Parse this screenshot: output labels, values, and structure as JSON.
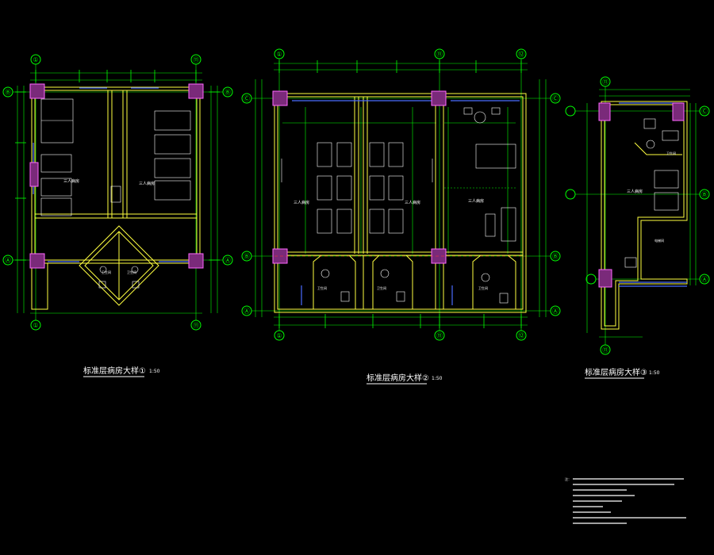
{
  "colors": {
    "background": "#000000",
    "wall": "#ffff40",
    "inner_wall": "#ffffff",
    "dimension": "#00ff00",
    "axis": "#00ff00",
    "column_fill": "#7a2a7a",
    "column_edge": "#ff66ff",
    "window": "#4a6cff",
    "furniture": "#ffffff",
    "title": "#ffffff",
    "scale": "#ffffff",
    "grid_red": "#ff3030",
    "notes": "#ffffff"
  },
  "drawings": [
    {
      "title": "标准层病房大样①",
      "scale": "1:50",
      "axis_top": [
        "①",
        "⑪"
      ],
      "axis_bottom": [
        "①",
        "⑪"
      ],
      "axis_left": [
        "Ⓑ",
        "Ⓐ"
      ],
      "axis_right": [
        "Ⓑ",
        "Ⓐ"
      ],
      "room_labels": [
        "三人病房",
        "三人病房",
        "卫生间",
        "卫生间"
      ]
    },
    {
      "title": "标准层病房大样②",
      "scale": "1:50",
      "axis_top": [
        "①",
        "⑪",
        "⑫"
      ],
      "axis_bottom": [
        "①",
        "⑪",
        "⑫"
      ],
      "axis_left": [
        "Ⓒ",
        "Ⓑ",
        "Ⓐ"
      ],
      "axis_right": [
        "Ⓒ",
        "Ⓑ",
        "Ⓐ"
      ],
      "room_labels": [
        "三人病房",
        "三人病房",
        "三人病房",
        "卫生间",
        "卫生间",
        "卫生间"
      ]
    },
    {
      "title": "标准层病房大样③",
      "scale": "1:50",
      "axis_top": [
        "⑪"
      ],
      "axis_bottom": [
        "⑪"
      ],
      "axis_left": [],
      "axis_right": [
        "Ⓒ",
        "Ⓑ",
        "Ⓐ"
      ],
      "room_labels": [
        "三人病房",
        "卫生间",
        "电梯间"
      ]
    }
  ],
  "notes_label": "注："
}
